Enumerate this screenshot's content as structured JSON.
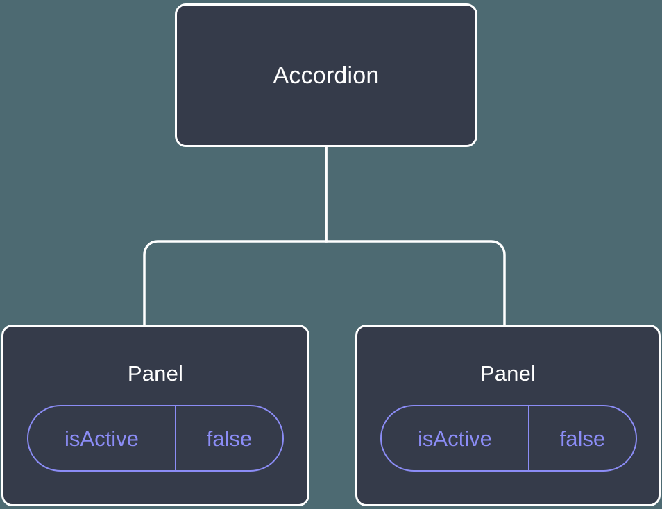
{
  "diagram": {
    "type": "component-tree",
    "background_color": "#4d6a72",
    "node_fill_color": "#353b4a",
    "node_border_color": "#ffffff",
    "connector_color": "#ffffff",
    "accent_color": "#8b8cf5",
    "title_text_color": "#ffffff",
    "nodes": [
      {
        "id": "accordion",
        "title": "Accordion",
        "role": "root"
      },
      {
        "id": "panel-left",
        "title": "Panel",
        "role": "leaf",
        "state": {
          "key": "isActive",
          "value": "false"
        }
      },
      {
        "id": "panel-right",
        "title": "Panel",
        "role": "leaf",
        "state": {
          "key": "isActive",
          "value": "false"
        }
      }
    ],
    "edges": [
      {
        "from": "accordion",
        "to": "panel-left"
      },
      {
        "from": "accordion",
        "to": "panel-right"
      }
    ]
  }
}
